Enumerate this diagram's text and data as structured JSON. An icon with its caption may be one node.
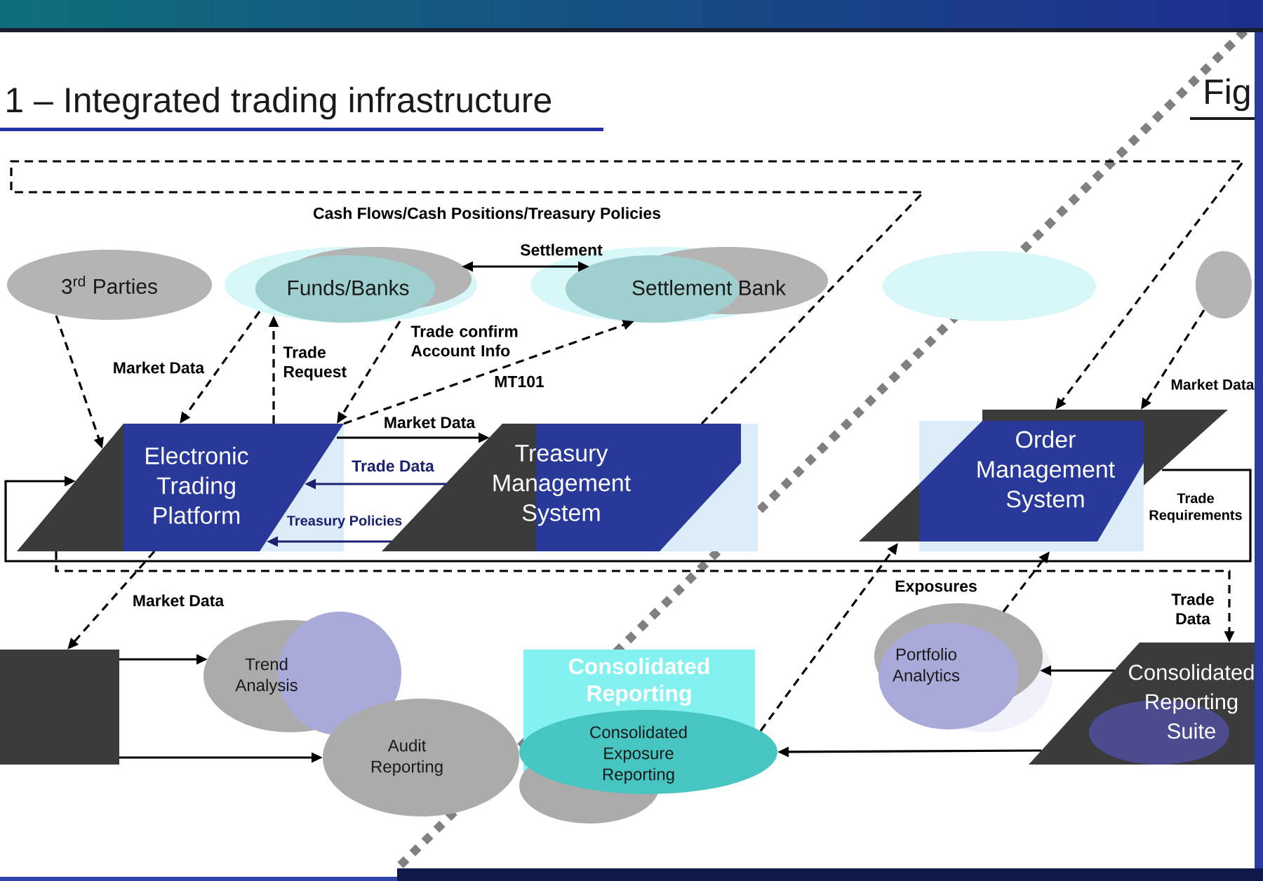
{
  "diagram": {
    "title": "1 – Integrated trading infrastructure",
    "nodes": [
      {
        "text": [
          "3$^{rd}$ Parties"
        ]
      },
      {
        "text": [
          "Funds/Banks"
        ]
      },
      {
        "text": [
          "Settlement Bank"
        ]
      },
      {
        "text": [],
        "shape": "ellipse"
      },
      {
        "text": [],
        "shape": "ellipse"
      },
      {
        "text": [
          "Electronic Trading Platform"
        ]
      },
      {
        "text": [
          "Treasury Management System"
        ]
      },
      {
        "text": [
          "Order Management System"
        ]
      },
      {
        "text": [],
        "shape": "box"
      },
      {
        "text": [
          "Trend Analysis"
        ]
      },
      {
        "text": [
          "Audit Reporting"
        ]
      },
      {
        "text": [
          "Consolidated Reporting"
        ]
      },
      {
        "text": [
          "Consolidated Exposure Reporting"
        ]
      },
      {
        "text": [
          "Portfolio Analytics"
        ]
      },
      {
        "text": [
          "Consolidated Reporting Suite"
        ]
      }
    ],
    "edges": [
      {
        "from": 0,
        "to": 5,
        "arrow": "to",
        "style": "dashed"
      },
      {
        "from": 1,
        "to": 5,
        "label": "Market Data",
        "arrow": "to",
        "style": "dashed"
      },
      {
        "from": 5,
        "to": 1,
        "label": "Trade Request",
        "arrow": "to",
        "style": "dashed"
      },
      {
        "from": 1,
        "to": 5,
        "label": "Trade confirm Account Info",
        "arrow": "to",
        "style": "dashed"
      },
      {
        "from": 5,
        "to": 2,
        "label": "MT101",
        "arrow": "to",
        "style": "dashed"
      },
      {
        "from": 1,
        "to": 2,
        "label": "Settlement",
        "arrow": "both"
      },
      {
        "from": 6,
        "to": 7,
        "label": "Cash Flows/Cash Positions/Treasury Policies",
        "arrow": "to",
        "style": "dashed"
      },
      {
        "from": 4,
        "to": 7,
        "label": "Market Data",
        "arrow": "to",
        "style": "dashed"
      },
      {
        "from": 5,
        "to": 6,
        "label": "Market Data",
        "arrow": "to"
      },
      {
        "from": 6,
        "to": 5,
        "label": "Trade Data",
        "arrow": "to",
        "color": "#1b2070"
      },
      {
        "from": 6,
        "to": 5,
        "label": "Treasury Policies",
        "arrow": "to",
        "color": "#1b2070"
      },
      {
        "from": 7,
        "to": 5,
        "label": "Trade Requirements",
        "arrow": "to"
      },
      {
        "from": 5,
        "to": 14,
        "label": "Trade Data",
        "arrow": "to",
        "style": "dashed"
      },
      {
        "from": 5,
        "to": 8,
        "label": "Market Data",
        "arrow": "to",
        "style": "dashed"
      },
      {
        "from": 8,
        "to": 9,
        "arrow": "to"
      },
      {
        "from": 8,
        "to": 10,
        "arrow": "to"
      },
      {
        "from": 12,
        "to": 7,
        "label": "Exposures",
        "arrow": "to",
        "style": "dashed"
      },
      {
        "from": 13,
        "to": 7,
        "arrow": "to",
        "style": "dashed"
      },
      {
        "from": 14,
        "to": 13,
        "arrow": "to"
      },
      {
        "from": 14,
        "to": 12,
        "arrow": "to"
      }
    ],
    "labels": [
      "Fig"
    ]
  }
}
